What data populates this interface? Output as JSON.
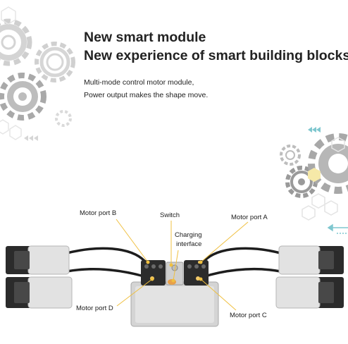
{
  "headline": {
    "line1": "New smart module",
    "line2": "New experience of smart building blocks"
  },
  "subtitle": {
    "line1": "Multi-mode control motor module,",
    "line2": "Power output makes the shape move."
  },
  "labels": {
    "motor_port_b": "Motor port B",
    "switch": "Switch",
    "motor_port_a": "Motor port A",
    "charging_interface_line1": "Charging",
    "charging_interface_line2": "interface",
    "motor_port_d": "Motor port D",
    "motor_port_c": "Motor port C"
  },
  "decor": {
    "gear_color": "#c8c8c8",
    "gear_dark": "#9a9a9a",
    "accent_yellow": "#f6e9a8",
    "accent_teal": "#7fc7cf"
  }
}
